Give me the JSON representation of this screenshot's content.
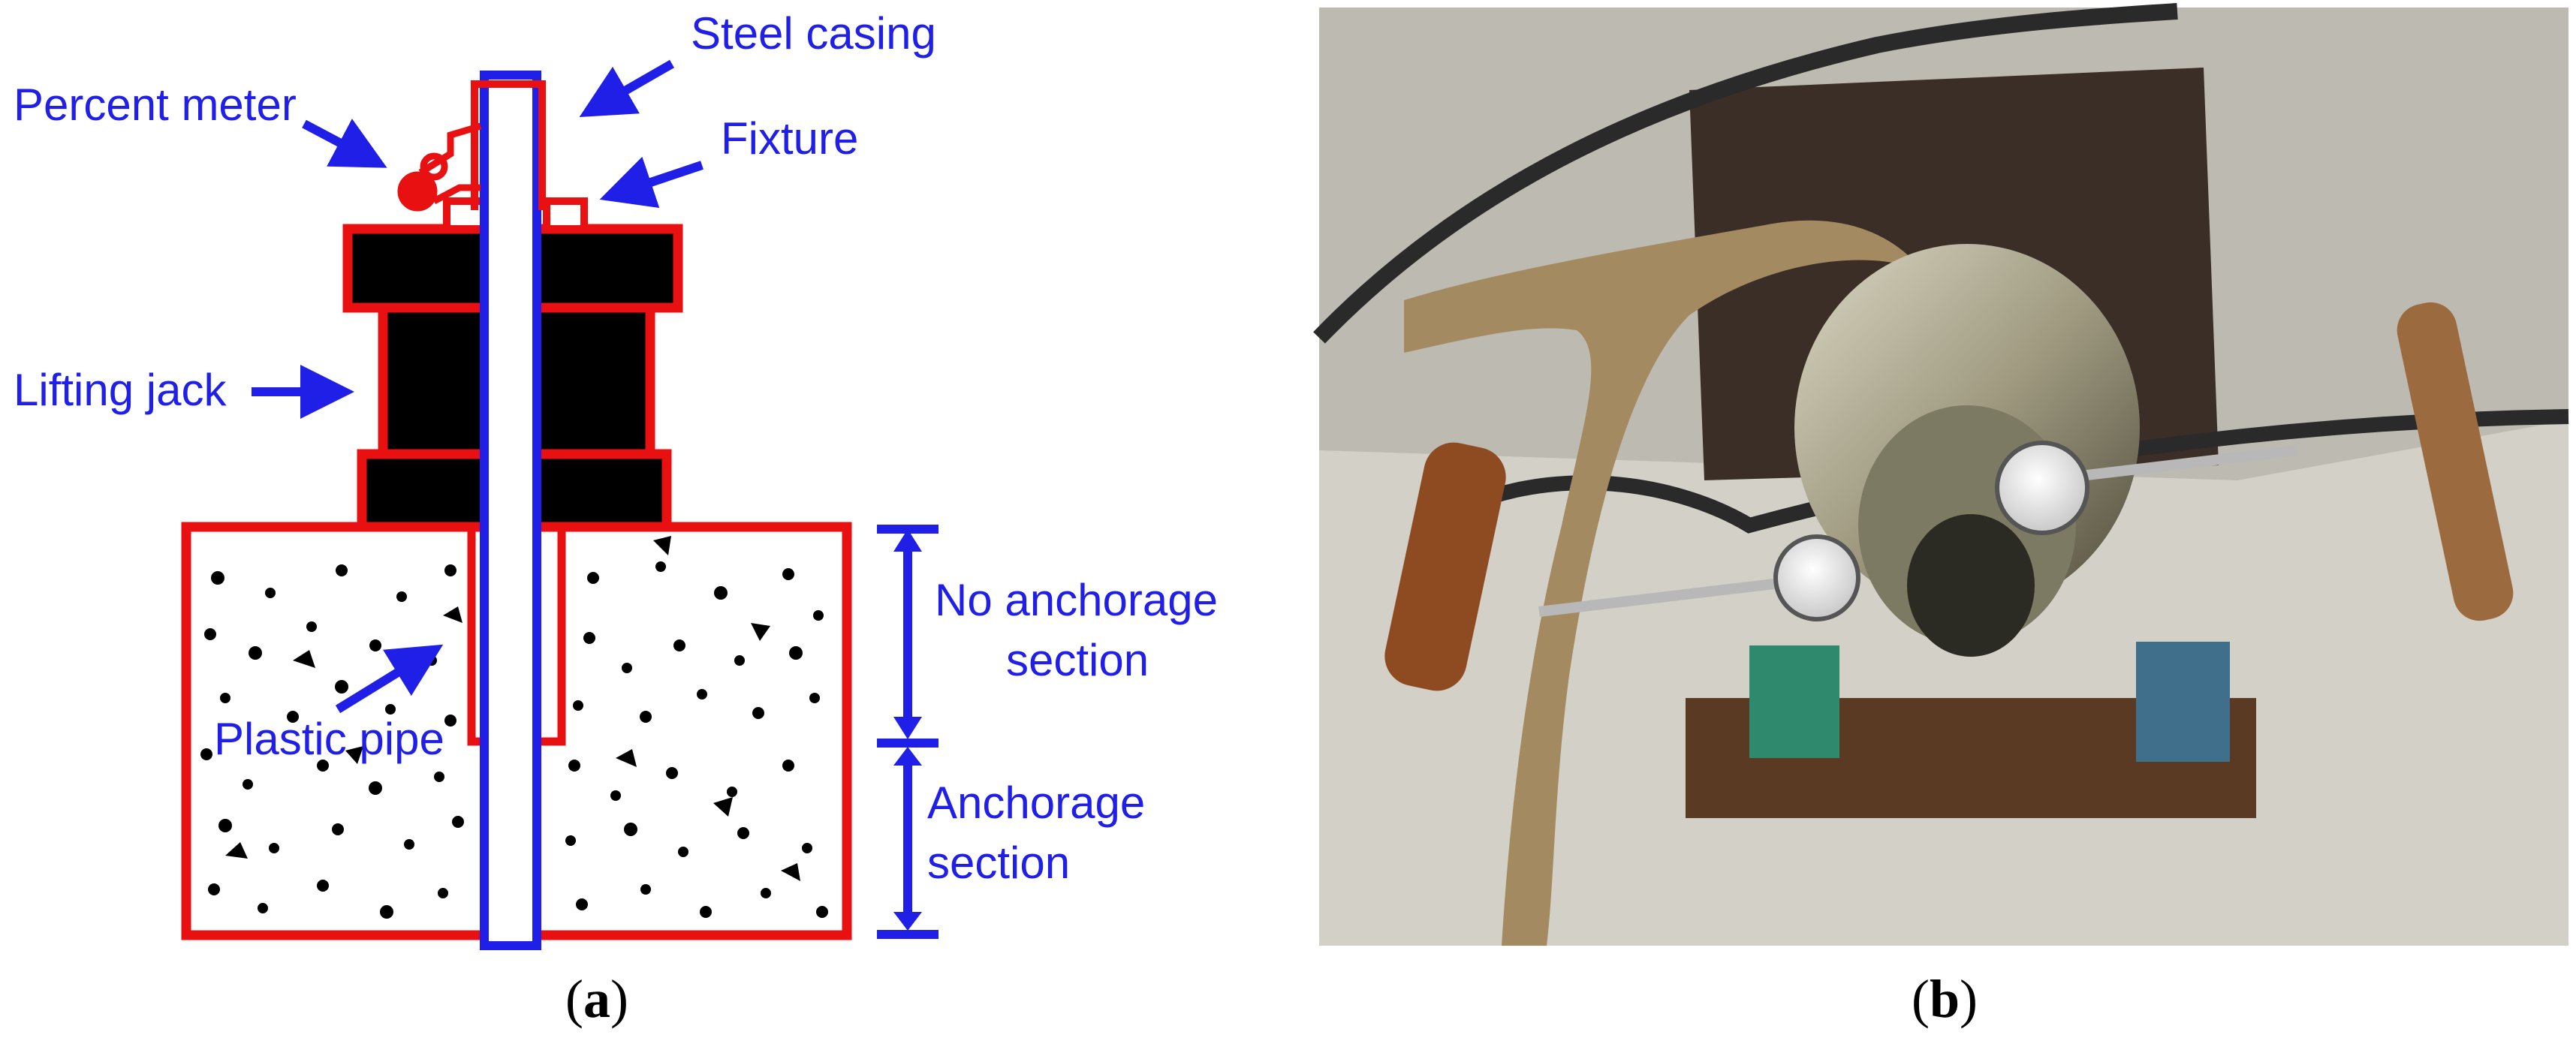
{
  "panel_a": {
    "labels": {
      "steel_casing": "Steel casing",
      "percent_meter": "Percent meter",
      "fixture": "Fixture",
      "lifting_jack": "Lifting jack",
      "no_anchorage_1": "No anchorage",
      "no_anchorage_2": "section",
      "anchorage_1": "Anchorage",
      "anchorage_2": "section",
      "plastic_pipe": "Plastic pipe"
    },
    "caption": {
      "open": "(",
      "letter": "a",
      "close": ")"
    }
  },
  "panel_b": {
    "caption": {
      "open": "(",
      "letter": "b",
      "close": ")"
    }
  },
  "colors": {
    "label_blue": "#1f1fe8",
    "outline_red": "#e81010",
    "casing_blue": "#1f1fe8",
    "jack_black": "#000000"
  }
}
